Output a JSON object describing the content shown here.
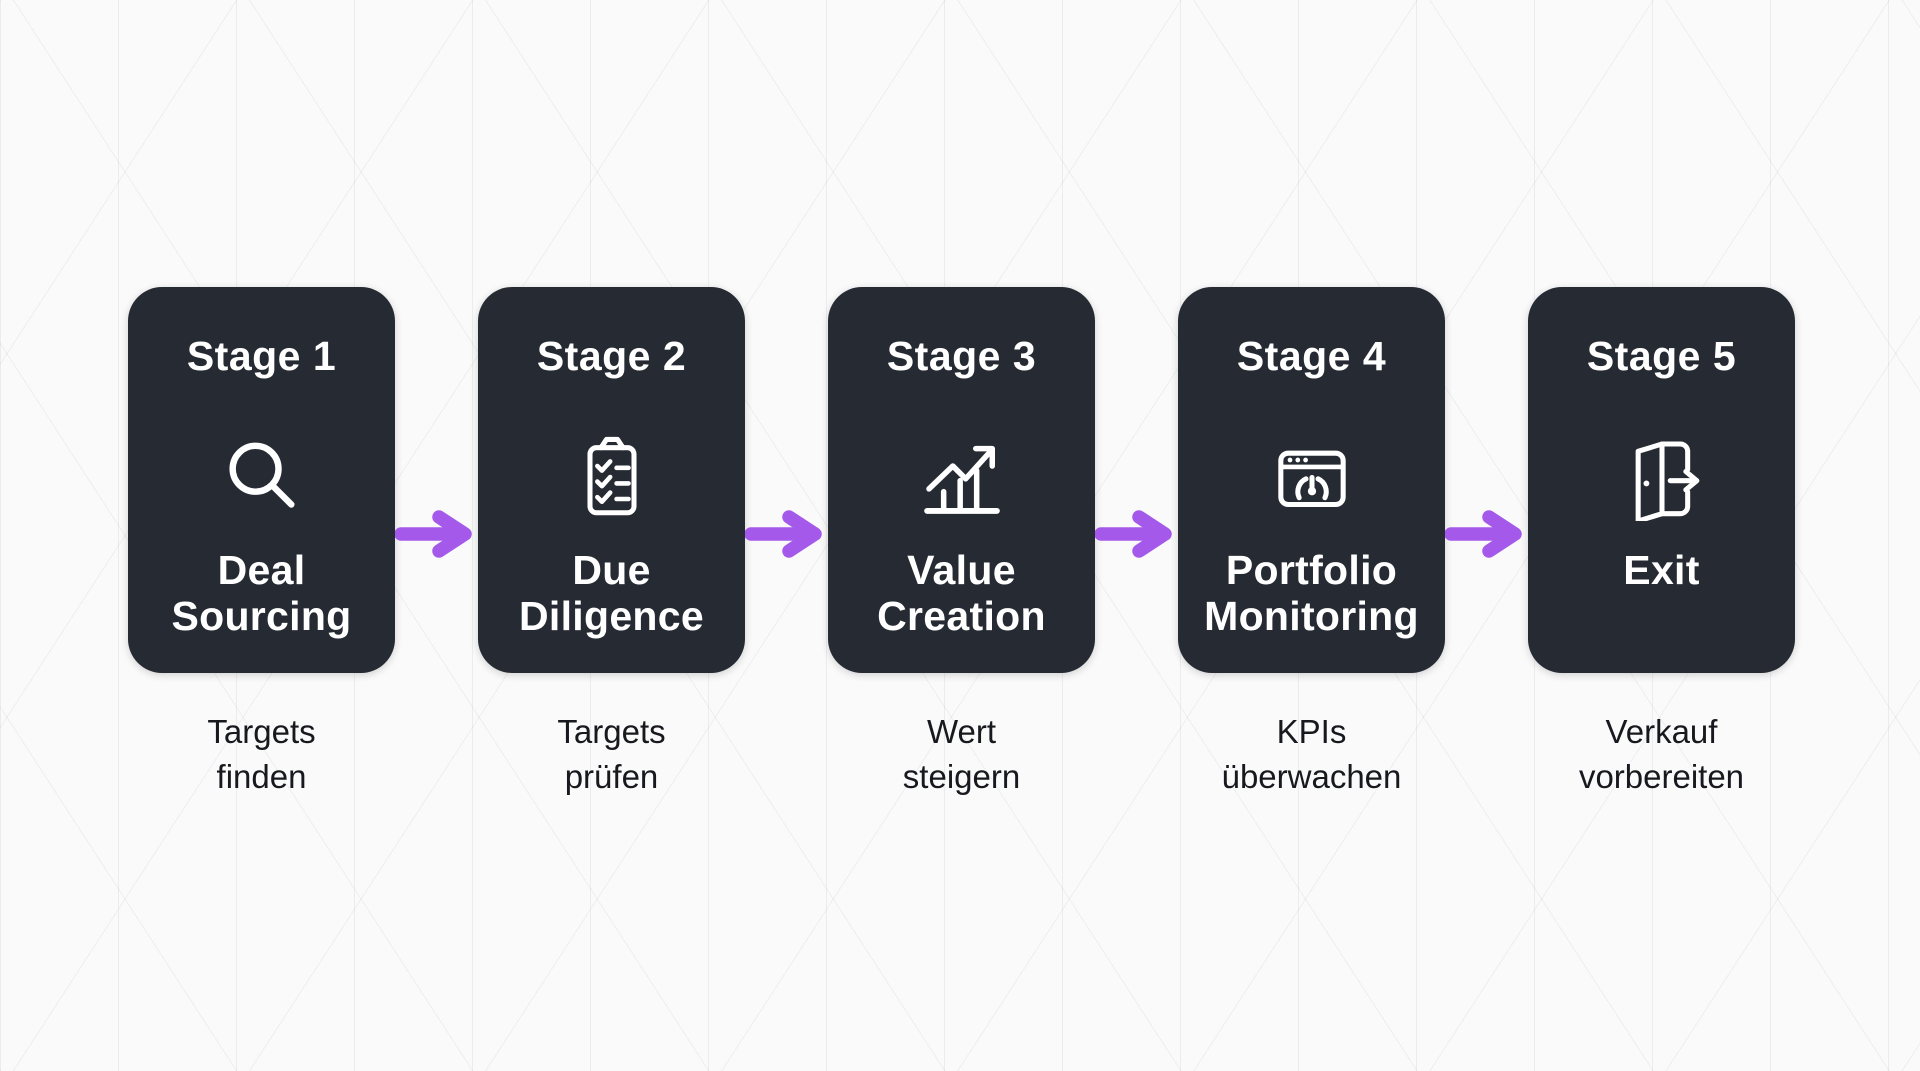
{
  "diagram": {
    "type": "process-flow",
    "direction": "left-to-right",
    "stage_count": 5,
    "colors": {
      "background": "#fafafa",
      "pattern_line": "#e9e9e9",
      "card_background": "#262b33",
      "card_text": "#ffffff",
      "caption_text": "#17191e",
      "arrow": "#a559ea"
    },
    "stages": [
      {
        "stage_label": "Stage 1",
        "icon": "search-icon",
        "title_line1": "Deal",
        "title_line2": "Sourcing",
        "caption_line1": "Targets",
        "caption_line2": "finden"
      },
      {
        "stage_label": "Stage 2",
        "icon": "checklist-clipboard-icon",
        "title_line1": "Due",
        "title_line2": "Diligence",
        "caption_line1": "Targets",
        "caption_line2": "prüfen"
      },
      {
        "stage_label": "Stage 3",
        "icon": "growth-chart-icon",
        "title_line1": "Value",
        "title_line2": "Creation",
        "caption_line1": "Wert",
        "caption_line2": "steigern"
      },
      {
        "stage_label": "Stage 4",
        "icon": "dashboard-gauge-icon",
        "title_line1": "Portfolio",
        "title_line2": "Monitoring",
        "caption_line1": "KPIs",
        "caption_line2": "überwachen"
      },
      {
        "stage_label": "Stage 5",
        "icon": "exit-door-icon",
        "title_line1": "Exit",
        "title_line2": "",
        "caption_line1": "Verkauf",
        "caption_line2": "vorbereiten"
      }
    ]
  }
}
